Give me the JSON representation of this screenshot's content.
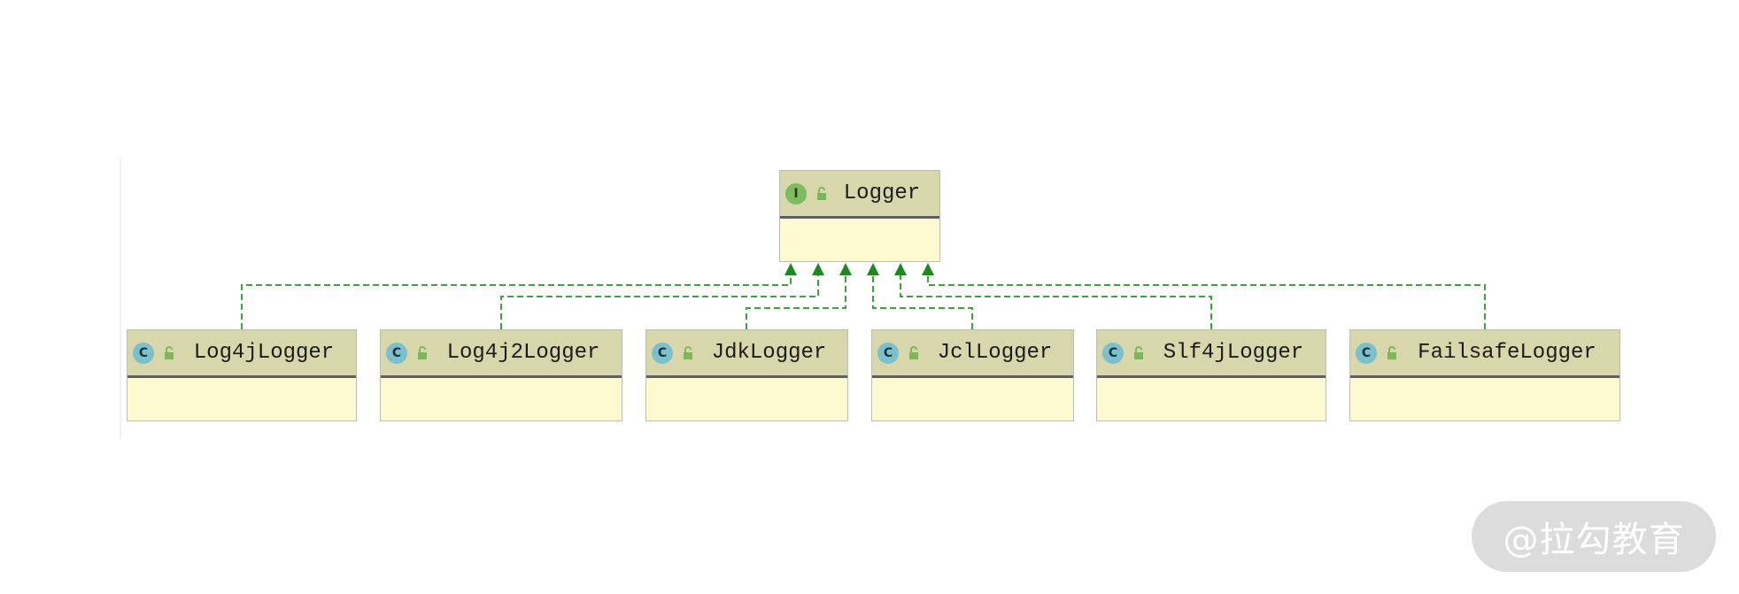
{
  "diagram": {
    "interface": {
      "name": "Logger",
      "kind_badge": "I"
    },
    "classes": [
      {
        "name": "Log4jLogger",
        "kind_badge": "C"
      },
      {
        "name": "Log4j2Logger",
        "kind_badge": "C"
      },
      {
        "name": "JdkLogger",
        "kind_badge": "C"
      },
      {
        "name": "JclLogger",
        "kind_badge": "C"
      },
      {
        "name": "Slf4jLogger",
        "kind_badge": "C"
      },
      {
        "name": "FailsafeLogger",
        "kind_badge": "C"
      }
    ],
    "colors": {
      "connector": "#3da33d",
      "arrowhead": "#1e8a1e",
      "header": "#d8d6ab",
      "body": "#fdfad2",
      "lock": "#7cb85a"
    }
  },
  "watermark": {
    "text": "@拉勾教育"
  }
}
